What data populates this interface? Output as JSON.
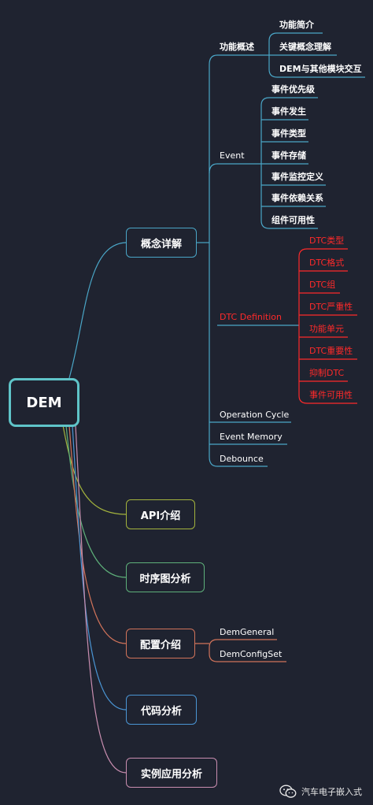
{
  "root": "DEM",
  "branches": {
    "concepts": "概念详解",
    "api": "API介绍",
    "sequence": "时序图分析",
    "config": "配置介绍",
    "code": "代码分析",
    "example": "实例应用分析"
  },
  "concepts": {
    "overview": {
      "label": "功能概述",
      "children": [
        "功能简介",
        "关键概念理解",
        "DEM与其他模块交互"
      ]
    },
    "event": {
      "label": "Event",
      "children": [
        "事件优先级",
        "事件发生",
        "事件类型",
        "事件存储",
        "事件监控定义",
        "事件依赖关系",
        "组件可用性"
      ]
    },
    "dtc": {
      "label": "DTC Definition",
      "children": [
        "DTC类型",
        "DTC格式",
        "DTC组",
        "DTC严重性",
        "功能单元",
        "DTC重要性",
        "抑制DTC",
        "事件可用性"
      ]
    },
    "others": [
      "Operation Cycle",
      "Event Memory",
      "Debounce"
    ]
  },
  "config": {
    "children": [
      "DemGeneral",
      "DemConfigSet"
    ]
  },
  "watermark": "汽车电子嵌入式",
  "colors": {
    "background": "#1f2330",
    "root_border": "#5fc4c8",
    "concept_line": "#4aa6c7",
    "dtc_line": "#ff2a2a",
    "api_line": "#a3b33d",
    "sequence_line": "#5eb07a",
    "config_line": "#d1735a",
    "code_line": "#4a95d4",
    "example_line": "#c98eb0",
    "node_text": "#ffffff",
    "dtc_text": "#ff2a2a"
  }
}
